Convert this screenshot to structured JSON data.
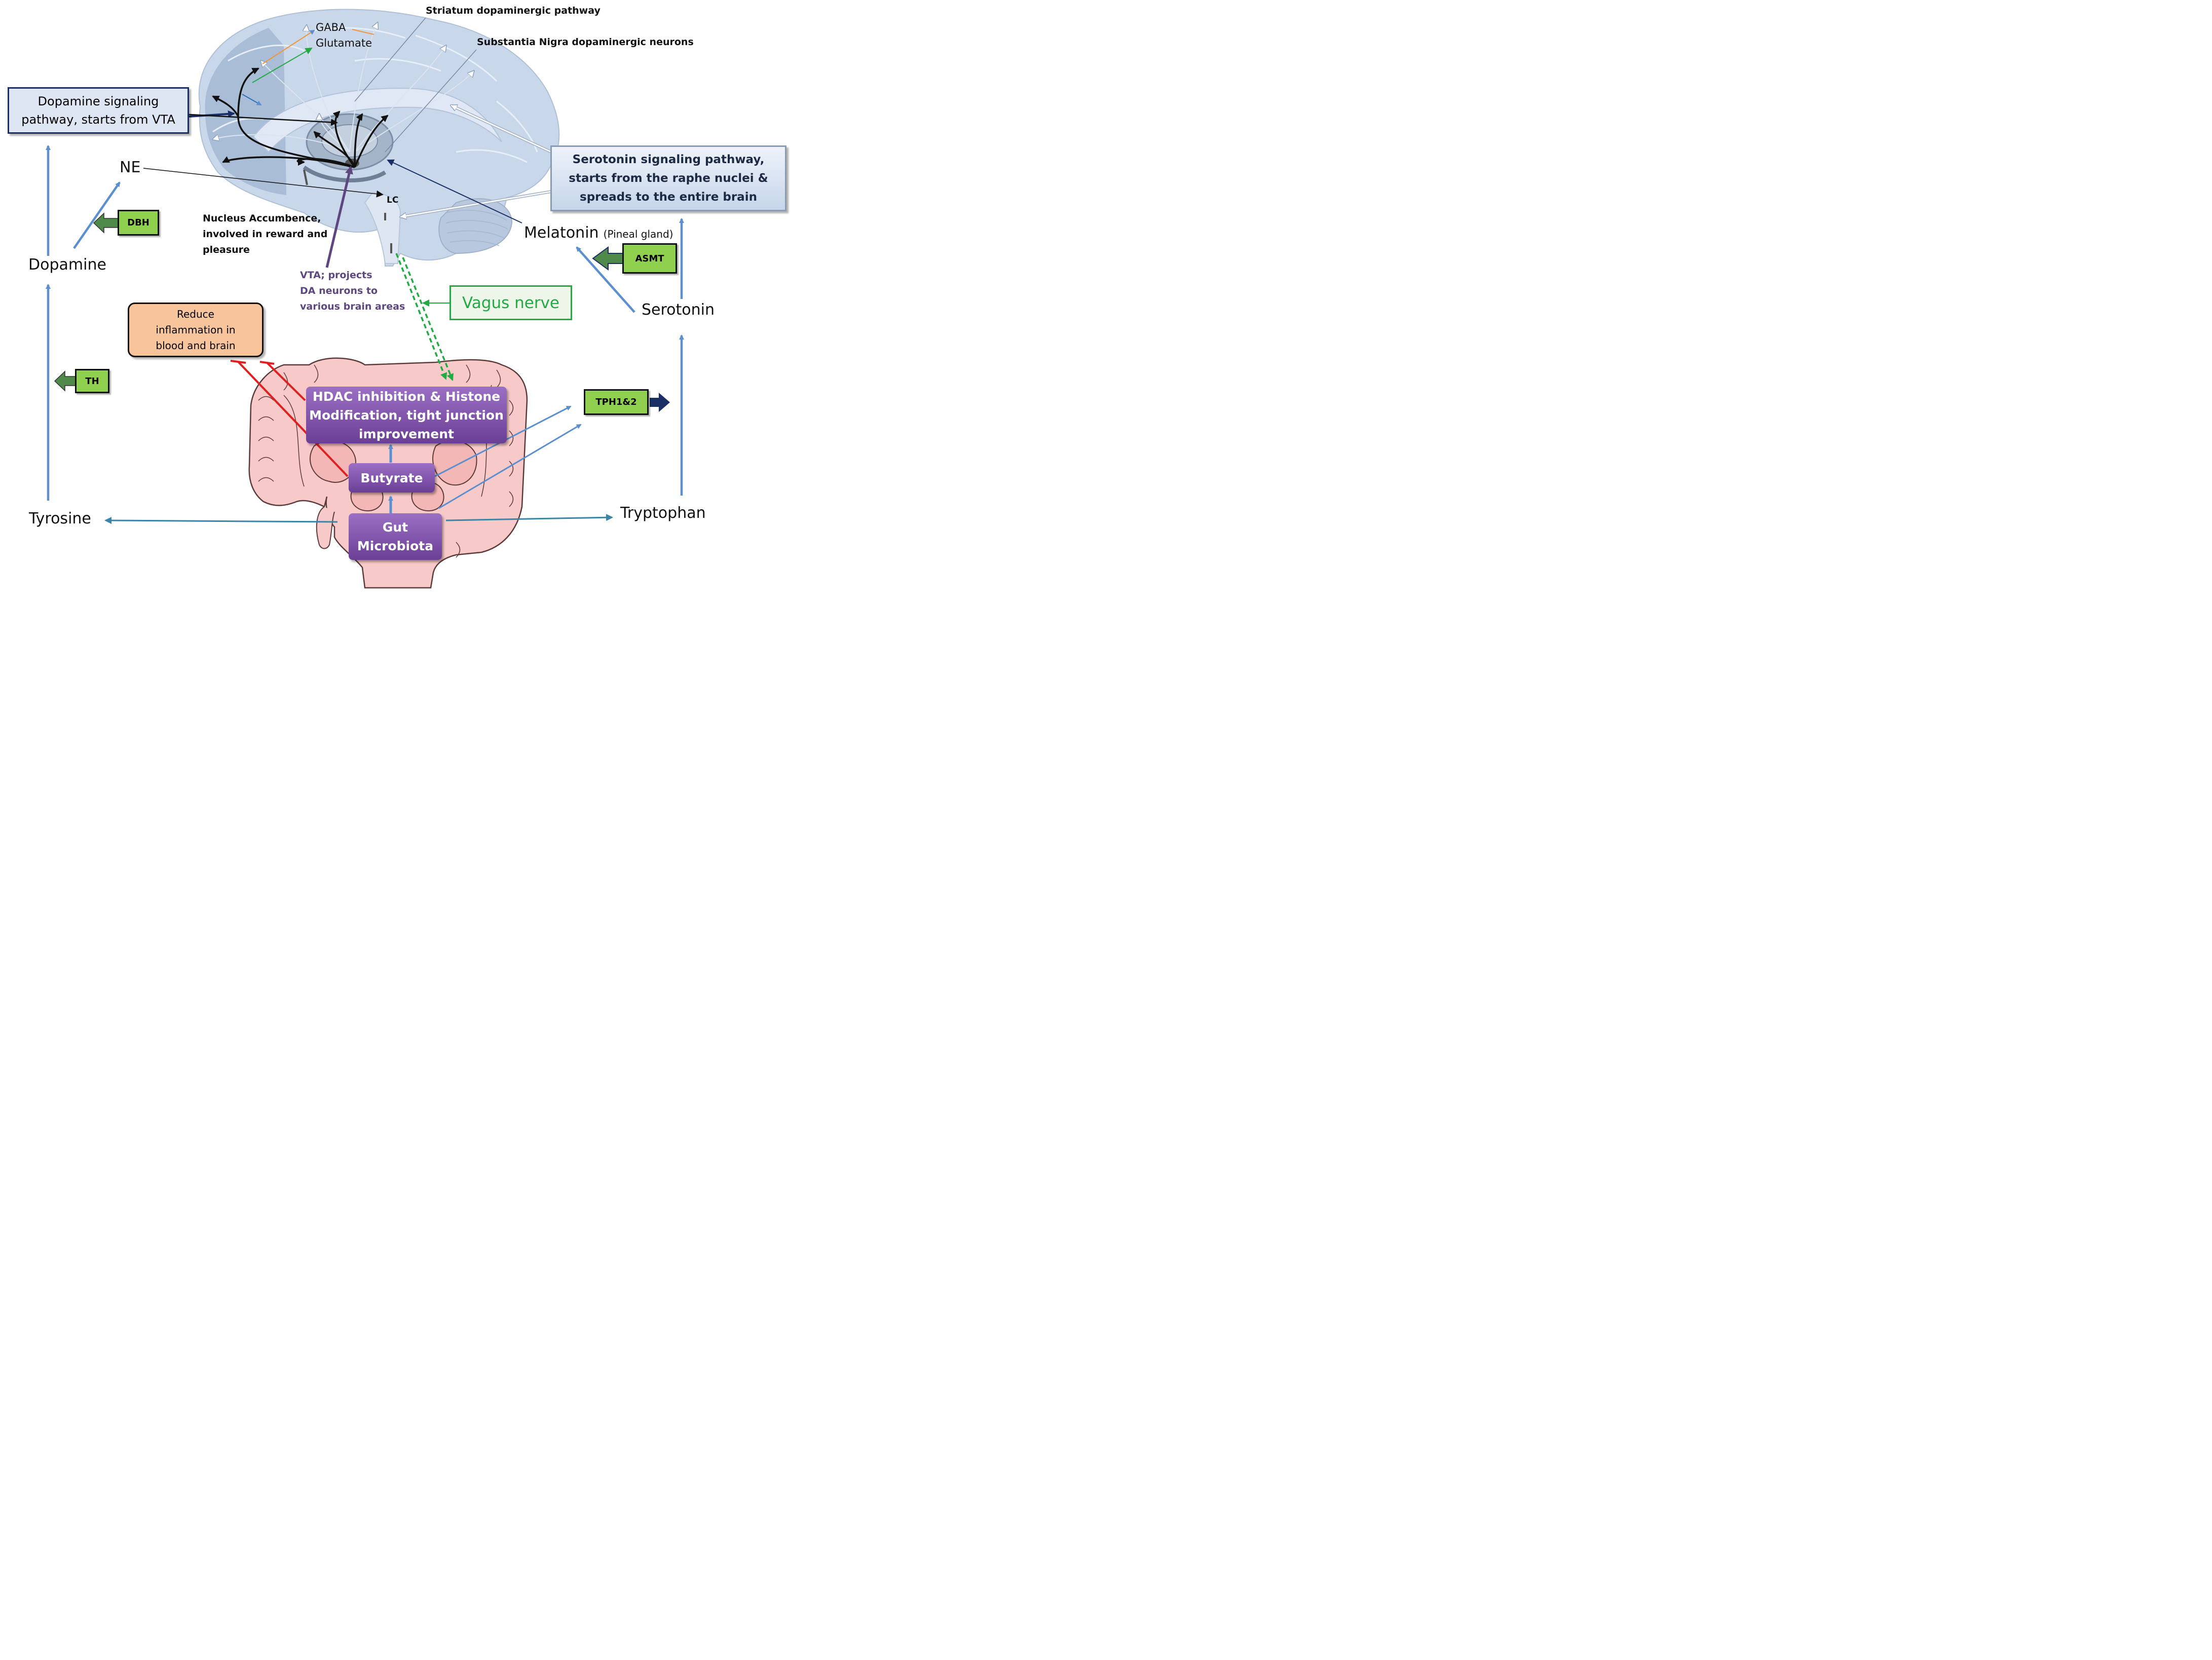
{
  "brain_labels": {
    "gaba": "GABA",
    "glutamate": "Glutamate",
    "striatum": "Striatum dopaminergic pathway",
    "substantia_nigra": "Substantia Nigra dopaminergic neurons",
    "lc": "LC",
    "nucleus_accumbens": [
      "Nucleus Accumbence,",
      "involved in reward and",
      "pleasure"
    ],
    "vta": [
      "VTA; projects",
      "DA neurons to",
      "various brain areas"
    ]
  },
  "boxes": {
    "dopamine_pathway": [
      "Dopamine signaling",
      "pathway, starts from VTA"
    ],
    "serotonin_pathway": [
      "Serotonin signaling pathway,",
      "starts from the raphe nuclei &",
      "spreads to the entire brain"
    ],
    "vagus_nerve": "Vagus nerve",
    "reduce_inflammation": [
      "Reduce",
      "inflammation in",
      "blood and brain"
    ],
    "hdac": [
      "HDAC inhibition & Histone",
      "Modification, tight junction",
      "improvement"
    ],
    "butyrate": "Butyrate",
    "gut_microbiota": [
      "Gut",
      "Microbiota"
    ]
  },
  "molecules": {
    "ne": "NE",
    "dopamine": "Dopamine",
    "tyrosine": "Tyrosine",
    "melatonin": "Melatonin",
    "pineal_gland": "(Pineal gland)",
    "serotonin": "Serotonin",
    "tryptophan": "Tryptophan"
  },
  "enzymes": {
    "dbh": "DBH",
    "th": "TH",
    "asmt": "ASMT",
    "tph": "TPH1&2"
  },
  "colors": {
    "brain_fill": "#c9d7ea",
    "brain_dark": "#9fb4d0",
    "gut_fill": "#f7c9c8",
    "gut_stroke": "#5a3a3a",
    "flow_arrow": "#5b8fd0",
    "inhibit": "#e02020",
    "vagus_green": "#22aa44",
    "purple_box": "#7a4fa6",
    "enzyme_green": "#8fd14f",
    "inflammation_box": "#f8c49c"
  }
}
